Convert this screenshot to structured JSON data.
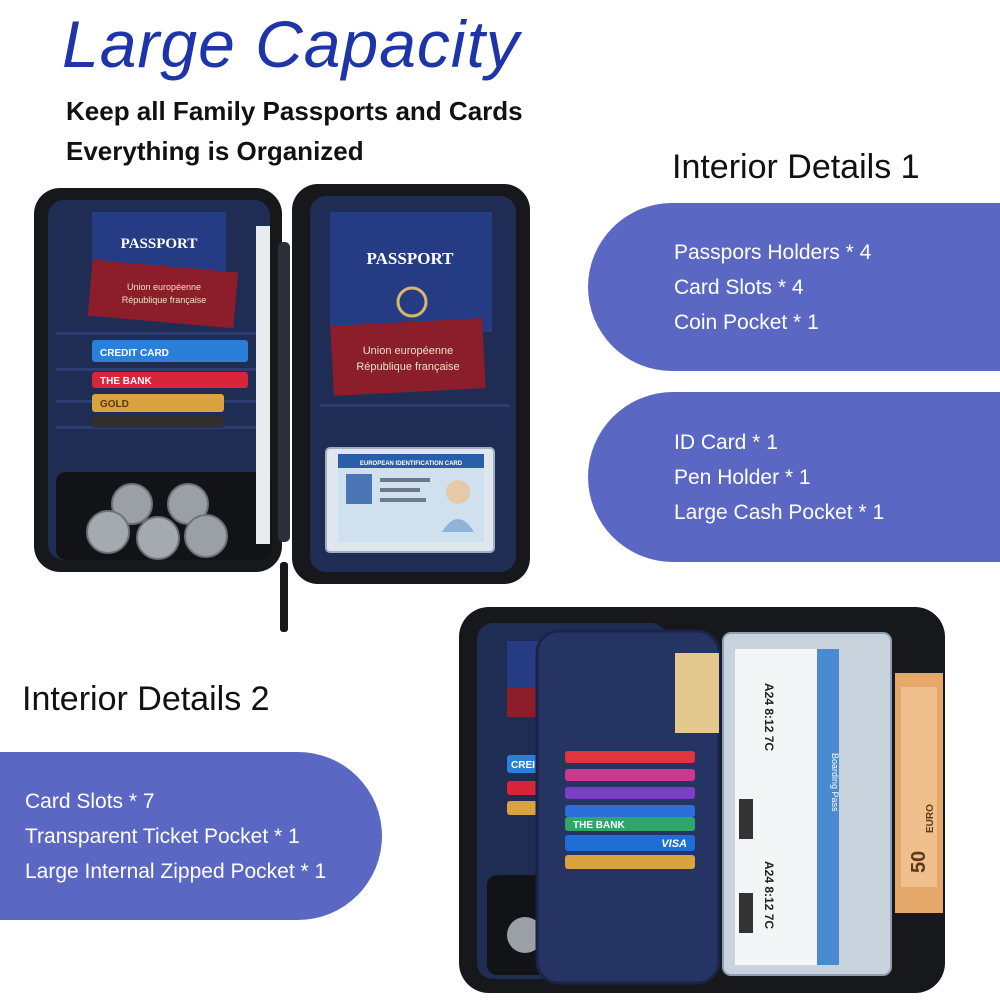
{
  "headline": "Large Capacity",
  "taglines": [
    "Keep all Family Passports and Cards",
    "Everything is Organized"
  ],
  "interior1": {
    "title": "Interior Details 1",
    "box1": [
      "Passpors Holders * 4",
      "Card Slots * 4",
      "Coin Pocket * 1"
    ],
    "box2": [
      "ID Card * 1",
      "Pen Holder * 1",
      "Large Cash Pocket * 1"
    ]
  },
  "interior2": {
    "title": "Interior Details 2",
    "box": [
      "Card Slots * 7",
      "Transparent Ticket Pocket * 1",
      "Large Internal Zipped Pocket * 1"
    ]
  },
  "photo1": {
    "passport_left": "PASSPORT",
    "passport_right": "PASSPORT",
    "eu_left": [
      "Union européenne",
      "République française"
    ],
    "eu_right": [
      "Union européenne",
      "République française"
    ],
    "credit_card": "CREDIT CARD",
    "the_bank": "THE BANK",
    "gold": "GOLD",
    "id_card_header": "EUROPEAN IDENTIFICATION CARD"
  },
  "photo2": {
    "the_bank": "THE BANK",
    "visa": "VISA",
    "boarding_pass": "Boarding Pass",
    "flight": "A24 8:12 7C",
    "euro_amount": "50",
    "euro_word": "EURO",
    "cre": "CREI"
  },
  "colors": {
    "accent_blue": "#1d35a8",
    "pill": "#5b68c3",
    "wallet_navy": "#1f2d55",
    "wallet_black": "#17181c"
  }
}
